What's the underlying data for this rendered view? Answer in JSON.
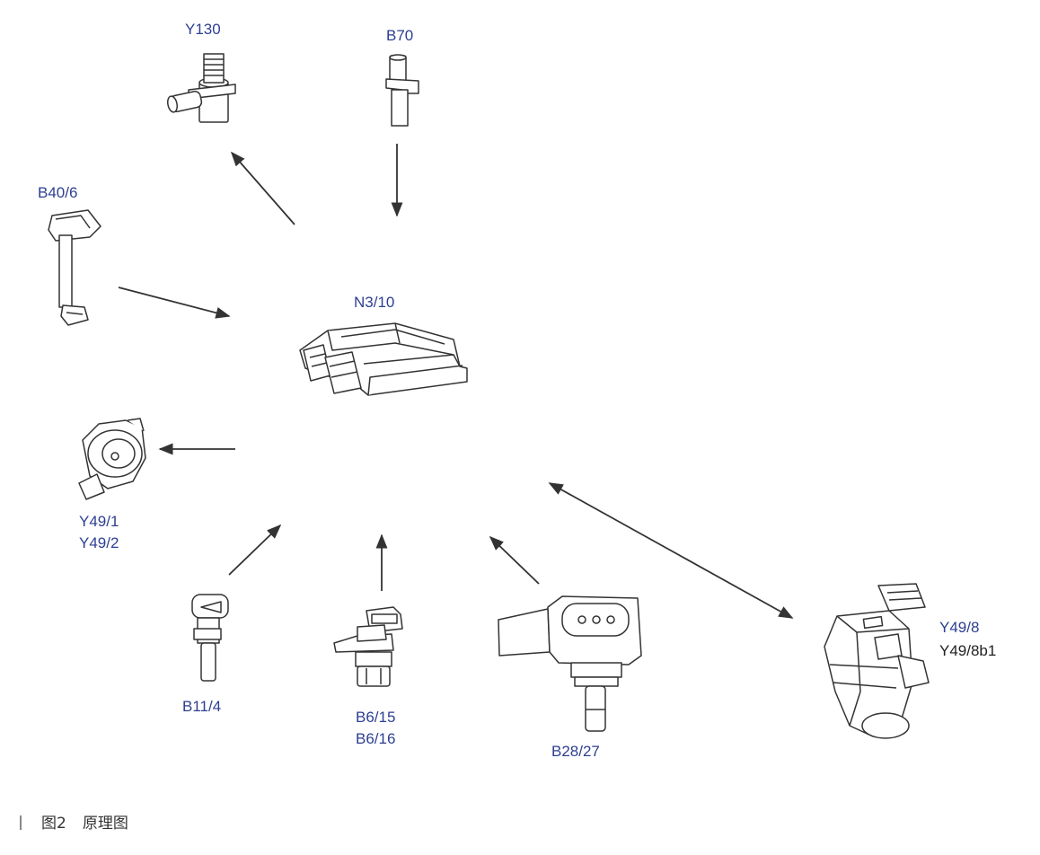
{
  "components": {
    "ecu": {
      "label": "N3/10"
    },
    "y130": {
      "label": "Y130"
    },
    "b70": {
      "label": "B70"
    },
    "b40_6": {
      "label": "B40/6"
    },
    "y49": {
      "label_1": "Y49/1",
      "label_2": "Y49/2"
    },
    "b11_4": {
      "label": "B11/4"
    },
    "b6": {
      "label_1": "B6/15",
      "label_2": "B6/16"
    },
    "b28_27": {
      "label": "B28/27"
    },
    "y49_8": {
      "label_1": "Y49/8",
      "label_2": "Y49/8b1"
    }
  },
  "caption": {
    "figure": "图2",
    "title": "原理图"
  },
  "colors": {
    "label": "#2d3f91",
    "line": "#333333"
  }
}
